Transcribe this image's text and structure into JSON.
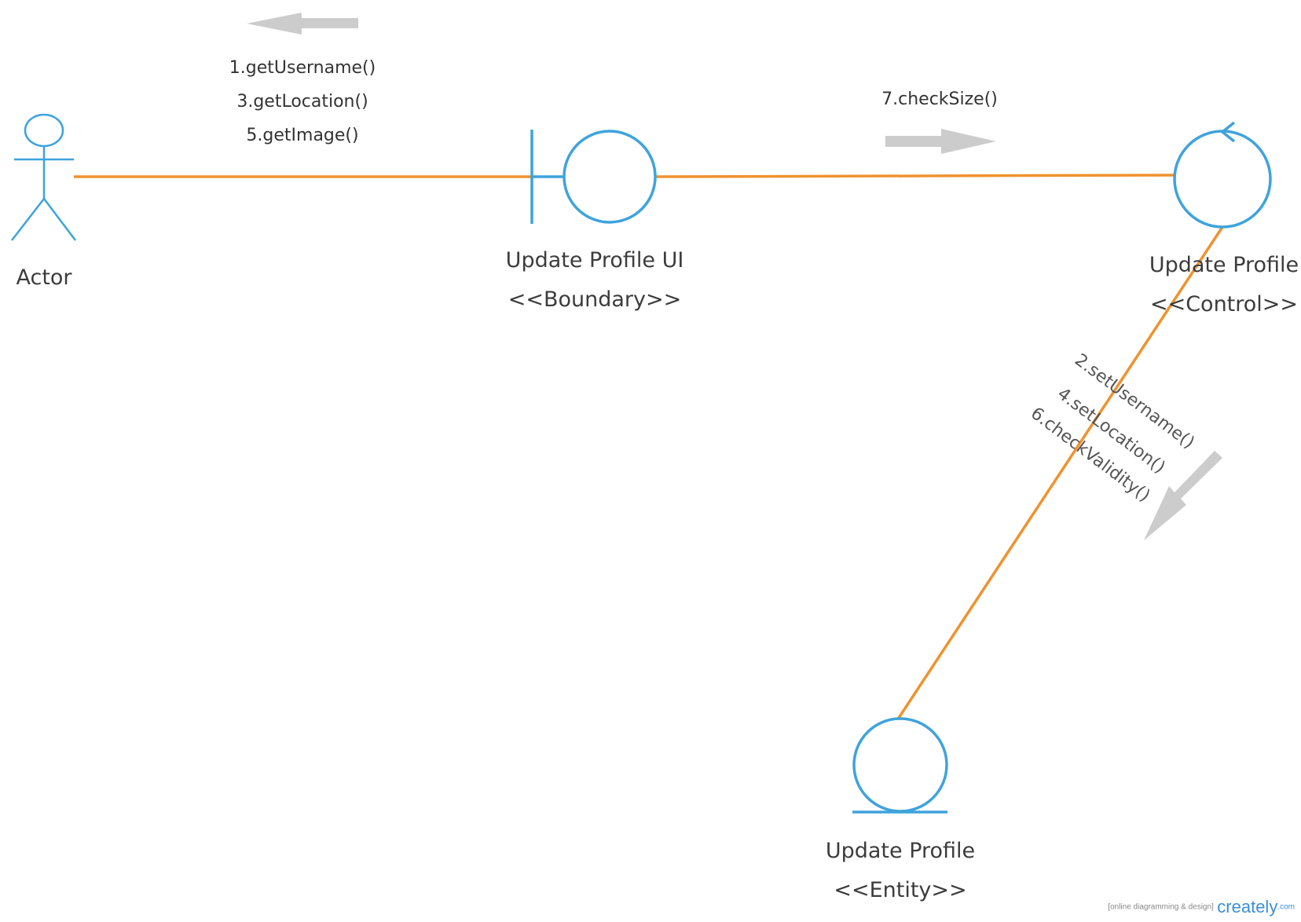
{
  "colors": {
    "node_stroke": "#3ea3dc",
    "connector": "#f0922e",
    "arrow": "#cccccc",
    "text": "#3c3c3c"
  },
  "nodes": {
    "actor": {
      "name": "Actor"
    },
    "boundary": {
      "name": "Update Profile UI",
      "stereotype": "<<Boundary>>"
    },
    "control": {
      "name": "Update Profile",
      "stereotype": "<<Control>>"
    },
    "entity": {
      "name": "Update Profile",
      "stereotype": "<<Entity>>"
    }
  },
  "messages": {
    "actor_boundary": [
      "1.getUsername()",
      "3.getLocation()",
      "5.getImage()"
    ],
    "boundary_control": [
      "7.checkSize()"
    ],
    "control_entity": [
      "2.setUsername()",
      "4.setLocation()",
      "6.checkValidity()"
    ]
  },
  "watermark": {
    "tagline": "[online diagramming & design]",
    "brand": "creately",
    "suffix": ".com"
  }
}
